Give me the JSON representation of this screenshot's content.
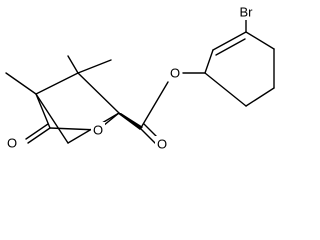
{
  "structure": {
    "kind": "skeletal-formula",
    "atom_labels": {
      "bromine": "Br",
      "ring_oxygen": "O",
      "ketone_oxygen": "O",
      "carbonyl_oxygen": "O",
      "ester_oxygen": "O"
    },
    "colors": {
      "bond": "#000000",
      "label": "#000000",
      "background": "#ffffff"
    }
  }
}
